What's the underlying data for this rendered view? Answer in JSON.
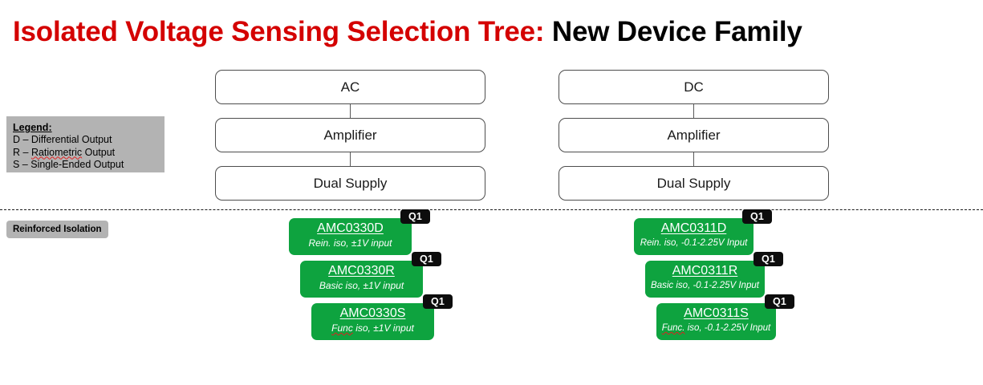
{
  "title": {
    "highlight": "Isolated Voltage Sensing Selection Tree:",
    "rest": " New Device Family"
  },
  "legend": {
    "heading": "Legend:",
    "items": [
      "D – Differential Output",
      "R – Ratiometric Output",
      "S – Single-Ended Output"
    ],
    "misspelled_word": "Ratiometric"
  },
  "isolation": {
    "tag_label": "Reinforced Isolation",
    "divider": "dashed"
  },
  "columns": [
    {
      "id": "ac",
      "flow": [
        {
          "label": "AC"
        },
        {
          "label": "Amplifier"
        },
        {
          "label": "Dual Supply"
        }
      ],
      "devices": [
        {
          "part_number": "AMC0330D",
          "description": "Rein. iso, ±1V input",
          "badge": "Q1"
        },
        {
          "part_number": "AMC0330R",
          "description": "Basic iso, ±1V input",
          "badge": "Q1"
        },
        {
          "part_number": "AMC0330S",
          "description": "Func iso, ±1V input",
          "badge": "Q1",
          "misspelled_word": "Func"
        }
      ]
    },
    {
      "id": "dc",
      "flow": [
        {
          "label": "DC"
        },
        {
          "label": "Amplifier"
        },
        {
          "label": "Dual Supply"
        }
      ],
      "devices": [
        {
          "part_number": "AMC0311D",
          "description": "Rein. iso, -0.1-2.25V Input",
          "badge": "Q1"
        },
        {
          "part_number": "AMC0311R",
          "description": "Basic iso, -0.1-2.25V Input",
          "badge": "Q1"
        },
        {
          "part_number": "AMC0311S",
          "description": "Func. iso, -0.1-2.25V Input",
          "badge": "Q1",
          "misspelled_word": "Func."
        }
      ]
    }
  ],
  "colors": {
    "title_accent": "#d40000",
    "title_text": "#000000",
    "device_green": "#0ea33f",
    "badge_black": "#0d0d0d",
    "legend_gray": "#b3b3b3",
    "box_border": "#4d4d4d"
  }
}
